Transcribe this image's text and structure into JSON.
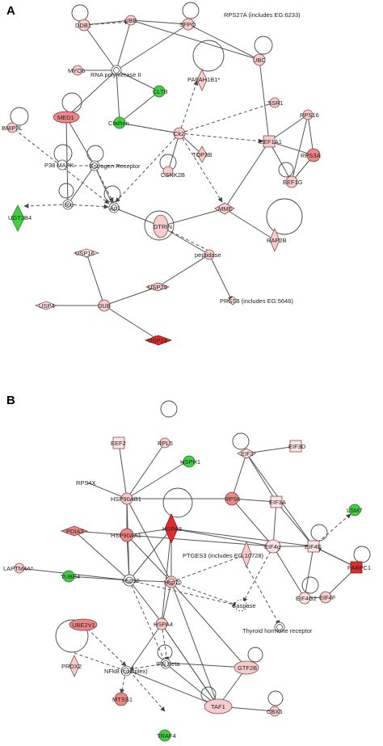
{
  "panels": [
    {
      "label": "A",
      "nodes": [
        {
          "id": "DDB1",
          "label": "DDB1"
        },
        {
          "id": "UBB",
          "label": "UBB"
        },
        {
          "id": "SFPQ",
          "label": "SFPQ"
        },
        {
          "id": "RPS27A",
          "label": "RPS27A (includes EG:6233)"
        },
        {
          "id": "MYO6",
          "label": "MYO6"
        },
        {
          "id": "RNAPOL",
          "label": "RNA polymerase II"
        },
        {
          "id": "UBC",
          "label": "UBC"
        },
        {
          "id": "PAFAH1B1",
          "label": "PAFAH1B1*"
        },
        {
          "id": "CLTB",
          "label": "CLTB"
        },
        {
          "id": "MED1",
          "label": "MED1"
        },
        {
          "id": "Clathrin",
          "label": "Clathrin"
        },
        {
          "id": "SSR1",
          "label": "SSR1"
        },
        {
          "id": "RPS16",
          "label": "RPS16"
        },
        {
          "id": "BNIP3L",
          "label": "BNIP3L"
        },
        {
          "id": "Ck2",
          "label": "Ck2"
        },
        {
          "id": "EEF1A1",
          "label": "EEF1A1"
        },
        {
          "id": "TOP3B",
          "label": "TOP3B"
        },
        {
          "id": "P38MAPK",
          "label": "P38 MAPK"
        },
        {
          "id": "EstrogenReceptor",
          "label": "Estrogen Receptor"
        },
        {
          "id": "RPS3A",
          "label": "RPS3A"
        },
        {
          "id": "CSNK2B",
          "label": "CSNK2B"
        },
        {
          "id": "EEF1G",
          "label": "EEF1G"
        },
        {
          "id": "UGT2B4",
          "label": "UGT2B4"
        },
        {
          "id": "Rxr",
          "label": "Rxr"
        },
        {
          "id": "Ap1",
          "label": "Ap1"
        },
        {
          "id": "MME",
          "label": "MME"
        },
        {
          "id": "DTRIN",
          "label": "DTRIN"
        },
        {
          "id": "RAP2B",
          "label": "RAP2B"
        },
        {
          "id": "peptidase",
          "label": "peptidase"
        },
        {
          "id": "USP16",
          "label": "USP16"
        },
        {
          "id": "USP25",
          "label": "USP25"
        },
        {
          "id": "PRSS3",
          "label": "PRSS3 (includes EG:5646)"
        },
        {
          "id": "USP4",
          "label": "USP4"
        },
        {
          "id": "DUB",
          "label": "DUB"
        },
        {
          "id": "USP24",
          "label": "USP24"
        }
      ]
    },
    {
      "label": "B",
      "nodes": [
        {
          "id": "RPL5",
          "label": "RPL5"
        },
        {
          "id": "EEF2",
          "label": "EEF2"
        },
        {
          "id": "HSPH1",
          "label": "HSPH1"
        },
        {
          "id": "EIF3",
          "label": "EIF3"
        },
        {
          "id": "EIF3D",
          "label": "EIF3D"
        },
        {
          "id": "RPS4X",
          "label": "RPS4X"
        },
        {
          "id": "HSP90AB1",
          "label": "HSP90AB1"
        },
        {
          "id": "RPS6",
          "label": "RPS6"
        },
        {
          "id": "EIF3A",
          "label": "EIF3A"
        },
        {
          "id": "LSM7",
          "label": "LSM7"
        },
        {
          "id": "PDIA3",
          "label": "PDIA3"
        },
        {
          "id": "HSP90AA1",
          "label": "HSP90AA1"
        },
        {
          "id": "HSPA8",
          "label": "HSPA8"
        },
        {
          "id": "EIF4G",
          "label": "EIF4g"
        },
        {
          "id": "EIF4E",
          "label": "EIF4E"
        },
        {
          "id": "PTGES3",
          "label": "PTGES3 (includes EG:10728)"
        },
        {
          "id": "LAPTM4A",
          "label": "LAPTM4A*"
        },
        {
          "id": "TUBB4",
          "label": "TUBB4"
        },
        {
          "id": "Hsp90",
          "label": "Hsp90"
        },
        {
          "id": "Hsp70",
          "label": "Hsp70"
        },
        {
          "id": "EIF4G2",
          "label": "EIF4G2"
        },
        {
          "id": "PABPC1",
          "label": "PABPC1"
        },
        {
          "id": "EIF4F",
          "label": "EIF4F"
        },
        {
          "id": "Caspase",
          "label": "Caspase"
        },
        {
          "id": "HSPA4",
          "label": "HSPA4"
        },
        {
          "id": "ThyroidHR",
          "label": "Thyroid hormone receptor"
        },
        {
          "id": "UBE2V1",
          "label": "UBE2V1"
        },
        {
          "id": "GTF2B",
          "label": "GTF2B"
        },
        {
          "id": "IFNBeta",
          "label": "IFN Beta"
        },
        {
          "id": "NFKB",
          "label": "NFkB (complex)"
        },
        {
          "id": "PRDX2",
          "label": "PRDX2"
        },
        {
          "id": "TAF1",
          "label": "TAF1"
        },
        {
          "id": "CBX5",
          "label": "CBX5"
        },
        {
          "id": "MTSS1",
          "label": "MTSS1"
        },
        {
          "id": "TRAF4",
          "label": "TRAF4"
        }
      ]
    }
  ]
}
